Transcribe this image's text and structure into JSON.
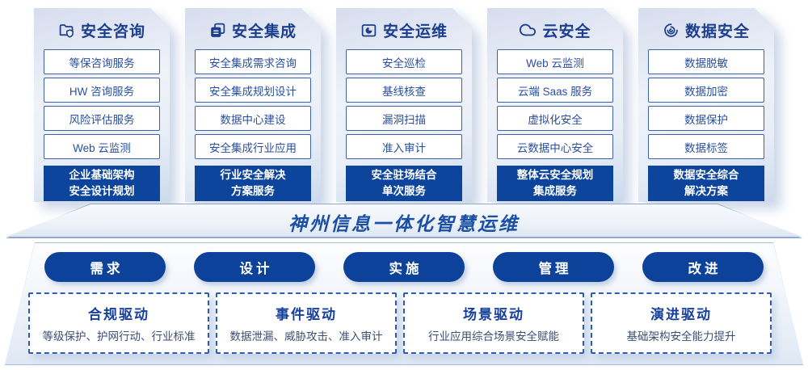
{
  "colors": {
    "navy_fill": "#0e459c",
    "pill_fill": "#0c429a",
    "header_text": "#1c3e8e",
    "item_border": "#3c62ab",
    "item_text": "#2a4f9e",
    "banner_text": "#1a4fa5",
    "dashed_border": "#2e5cb4"
  },
  "columns": [
    {
      "title": "安全咨询",
      "icon": "folder-shield-icon",
      "items": [
        "等保咨询服务",
        "HW 咨询服务",
        "风险评估服务",
        "Web 云监测"
      ],
      "footer": [
        "企业基础架构",
        "安全设计规划"
      ]
    },
    {
      "title": "安全集成",
      "icon": "documents-icon",
      "items": [
        "安全集成需求咨询",
        "安全集成规划设计",
        "数据中心建设",
        "安全集成行业应用"
      ],
      "footer": [
        "行业安全解决",
        "方案服务"
      ]
    },
    {
      "title": "安全运维",
      "icon": "folder-clock-icon",
      "items": [
        "安全巡检",
        "基线核查",
        "漏洞扫描",
        "准入审计"
      ],
      "footer": [
        "安全驻场结合",
        "单次服务"
      ]
    },
    {
      "title": "云安全",
      "icon": "cloud-icon",
      "items": [
        "Web 云监测",
        "云端 Saas 服务",
        "虚拟化安全",
        "云数据中心安全"
      ],
      "footer": [
        "整体云安全规划",
        "集成服务"
      ]
    },
    {
      "title": "数据安全",
      "icon": "fingerprint-icon",
      "items": [
        "数据脱敏",
        "数据加密",
        "数据保护",
        "数据标签"
      ],
      "footer": [
        "数据安全综合",
        "解决方案"
      ]
    }
  ],
  "banner": {
    "title": "神州信息一体化智慧运维"
  },
  "phases": [
    "需求",
    "设计",
    "实施",
    "管理",
    "改进"
  ],
  "drivers": [
    {
      "title": "合规驱动",
      "desc": "等级保护、护网行动、行业标准"
    },
    {
      "title": "事件驱动",
      "desc": "数据泄漏、威胁攻击、准入审计"
    },
    {
      "title": "场景驱动",
      "desc": "行业应用综合场景安全赋能"
    },
    {
      "title": "演进驱动",
      "desc": "基础架构安全能力提升"
    }
  ]
}
